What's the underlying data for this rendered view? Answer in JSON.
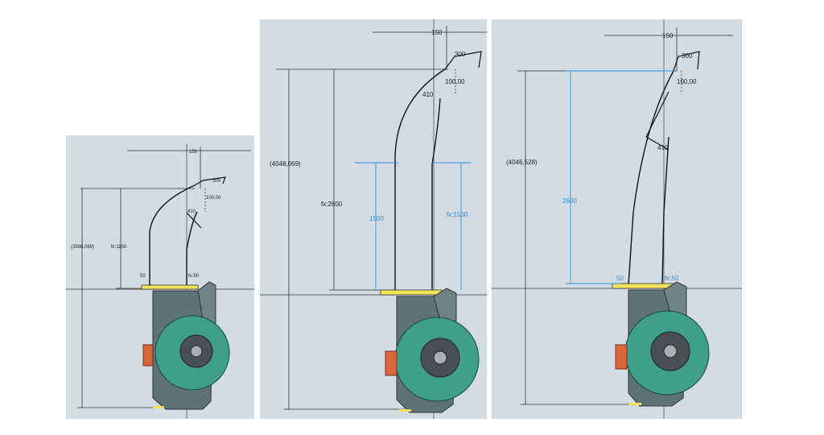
{
  "panels": [
    {
      "top_width": "150",
      "tip_width": "300",
      "tip_angle": "100,00",
      "tube_section": "410",
      "overall_height": "(2598,069)",
      "straight_height": "fx:1150",
      "base_left": "50",
      "base_right": "fx:50"
    },
    {
      "top_width": "150",
      "tip_width": "300",
      "tip_angle": "100,00",
      "tube_section": "410",
      "overall_height": "(4048,069)",
      "straight_height": "fx:2600",
      "inner_left_height": "1500",
      "inner_right_height": "fx:1500"
    },
    {
      "top_width": "150",
      "tip_width": "300",
      "tip_angle": "100,00",
      "tube_section": "410",
      "overall_height": "(4046,528)",
      "straight_height": "2600",
      "base_left": "50",
      "base_right": "fx:50"
    }
  ],
  "colors": {
    "panel_bg": "#d3dbe4",
    "body": "#5d7376",
    "rotor": "#3f9e8c",
    "drive": "#d9653a",
    "highlight": "#f2e35a",
    "dim_black": "#222222",
    "dim_blue": "#2e8fd8"
  }
}
